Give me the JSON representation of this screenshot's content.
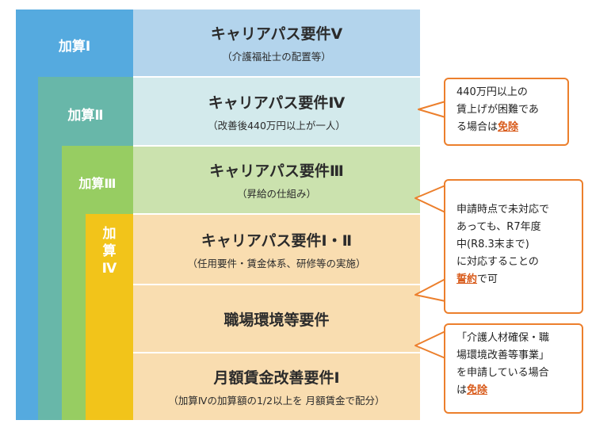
{
  "colors": {
    "level1": "#55aadf",
    "level2": "#68b7a9",
    "level3": "#97cd62",
    "level4": "#f2c41a",
    "req1": "#b3d4ec",
    "req2": "#d3eaec",
    "req3": "#cbe2ae",
    "req4": "#f9ddb0",
    "callout_border": "#ec7f2c",
    "highlight": "#d85a1a"
  },
  "levels": {
    "l1": "加算Ⅰ",
    "l2": "加算Ⅱ",
    "l3": "加算Ⅲ",
    "l4": [
      "加",
      "算",
      "Ⅳ"
    ]
  },
  "requirements": [
    {
      "title": "キャリアパス要件Ⅴ",
      "sub": "（介護福祉士の配置等）"
    },
    {
      "title": "キャリアパス要件Ⅳ",
      "sub": "（改善後440万円以上が一人）"
    },
    {
      "title": "キャリアパス要件Ⅲ",
      "sub": "（昇給の仕組み）"
    },
    {
      "title": "キャリアパス要件Ⅰ・Ⅱ",
      "sub": "（任用要件・賃金体系、研修等の実施）"
    },
    {
      "title": "職場環境等要件",
      "sub": ""
    },
    {
      "title": "月額賃金改善要件Ⅰ",
      "sub": "（加算Ⅳの加算額の1/2以上を 月額賃金で配分）"
    }
  ],
  "callouts": [
    {
      "lines": [
        "440万円以上の",
        "賃上げが困難であ",
        "る場合は"
      ],
      "highlight": "免除",
      "after": ""
    },
    {
      "lines": [
        "申請時点で未対応で",
        "あっても、R7年度",
        "中(R8.3末まで)",
        "に対応することの"
      ],
      "highlight": "誓約",
      "after": "で可"
    },
    {
      "lines": [
        "「介護人材確保・職",
        "場環境改善等事業」",
        "を申請している場合",
        "は"
      ],
      "highlight": "免除",
      "after": ""
    }
  ]
}
